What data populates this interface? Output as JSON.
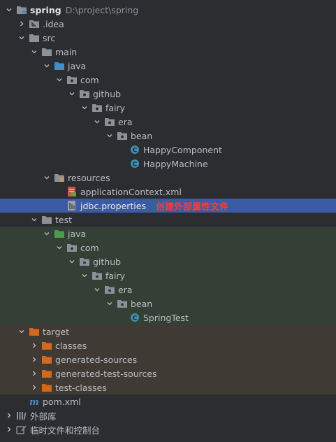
{
  "project": {
    "name": "spring",
    "path": "D:\\project\\spring"
  },
  "nodes": {
    "idea": ".idea",
    "src": "src",
    "main": "main",
    "main_java": "java",
    "main_com": "com",
    "main_github": "github",
    "main_fairy": "fairy",
    "main_era": "era",
    "main_bean": "bean",
    "happy_component": "HappyComponent",
    "happy_machine": "HappyMachine",
    "resources": "resources",
    "app_context": "applicationContext.xml",
    "jdbc_properties": "jdbc.properties",
    "test": "test",
    "test_java": "java",
    "test_com": "com",
    "test_github": "github",
    "test_fairy": "fairy",
    "test_era": "era",
    "test_bean": "bean",
    "spring_test": "SpringTest",
    "target": "target",
    "classes": "classes",
    "generated_sources": "generated-sources",
    "generated_test_sources": "generated-test-sources",
    "test_classes": "test-classes",
    "pom": "pom.xml",
    "external_libs": "外部库",
    "scratches": "临时文件和控制台"
  },
  "annotation": "创建外部属性文件",
  "colors": {
    "background": "#2b2d30",
    "selection": "#3b5ba5",
    "test_bg": "#343f36",
    "target_bg": "#3f3a33",
    "annotation": "#ff3b30",
    "folder": "#8c9199",
    "source_folder": "#3b8ed0",
    "test_folder": "#4e9a4e",
    "target_folder": "#d2691e",
    "class_icon": "#3c8fb0"
  }
}
